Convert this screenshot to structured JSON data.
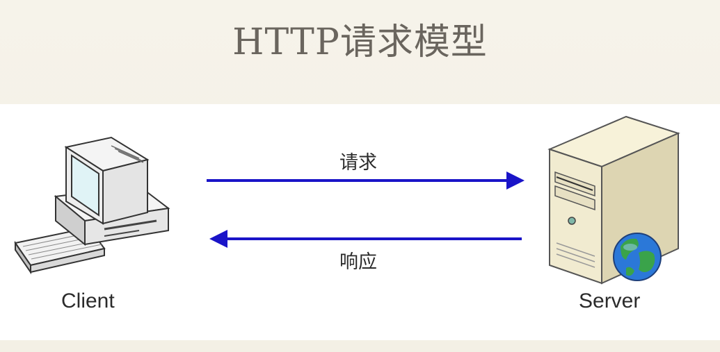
{
  "title": "HTTP请求模型",
  "labels": {
    "request": "请求",
    "response": "响应",
    "client": "Client",
    "server": "Server"
  },
  "colors": {
    "arrow": "#1a14c8",
    "background": "#f3f1e8",
    "title": "#6a655e"
  },
  "icons": {
    "client": "desktop-computer-icon",
    "server": "server-tower-icon",
    "globe": "globe-icon"
  }
}
